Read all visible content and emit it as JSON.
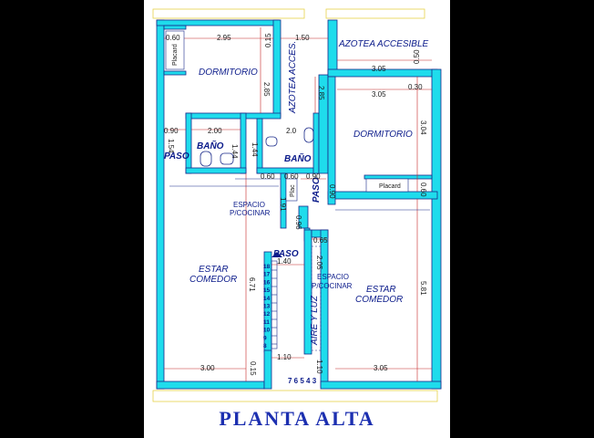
{
  "title": "PLANTA ALTA",
  "rooms": {
    "dormitorio_left": "DORMITORIO",
    "dormitorio_right": "DORMITORIO",
    "azotea_accesible": "AZOTEA ACCESIBLE",
    "azotea_access": "AZOTEA ACCES.",
    "bano_left": "BAÑO",
    "bano_right": "BAÑO",
    "paso_left": "PASO",
    "paso_vertical": "PASO",
    "paso_stairs": "PASO",
    "espacio_cocinar_1_a": "ESPACIO",
    "espacio_cocinar_1_b": "P/COCINAR",
    "espacio_cocinar_2_a": "ESPACIO",
    "espacio_cocinar_2_b": "P/COCINAR",
    "estar_left_a": "ESTAR",
    "estar_left_b": "COMEDOR",
    "estar_right_a": "ESTAR",
    "estar_right_b": "COMEDOR",
    "aire_y_luz": "AIRE Y LUZ",
    "placard_left": "Placard",
    "placard_right": "Placard",
    "placard_mid": "Plac"
  },
  "dimensions": {
    "d_0_60_top": "0.60",
    "d_2_95": "2.95",
    "d_0_15_top": "0.15",
    "d_1_50": "1.50",
    "d_0_50": "0.50",
    "d_3_05_azotea": "3.05",
    "d_3_05_dorm": "3.05",
    "d_0_30": "0.30",
    "d_2_85_left": "2.85",
    "d_2_85_mid": "2.85",
    "d_3_04": "3.04",
    "d_0_90_left": "0.90",
    "d_2_00": "2.00",
    "d_1_54": "1.54",
    "d_1_44_a": "1.44",
    "d_1_44_b": "1.44",
    "d_2_0": "2.0",
    "d_0_60_mid": "0.60",
    "d_0_60_mid2": "0.60",
    "d_0_90_mid": "0.90",
    "d_0_90_v": "0.90",
    "d_0_60_right": "0.60",
    "d_1_91": "1.91",
    "d_0_96": "0.96",
    "d_0_65": "0.65",
    "d_1_40": "1.40",
    "d_2_05": "2.05",
    "d_6_71": "6.71",
    "d_5_81": "5.81",
    "d_1_10_a": "1.10",
    "d_1_10_b": "1.10",
    "d_3_00": "3.00",
    "d_0_15_bottom": "0.15",
    "d_3_05_bottom": "3.05"
  },
  "stairs": {
    "upper_steps": [
      "18",
      "17",
      "16",
      "15",
      "14",
      "13",
      "12",
      "11",
      "10",
      "9",
      "8"
    ],
    "lower_steps": "7 6 5 4 3"
  }
}
